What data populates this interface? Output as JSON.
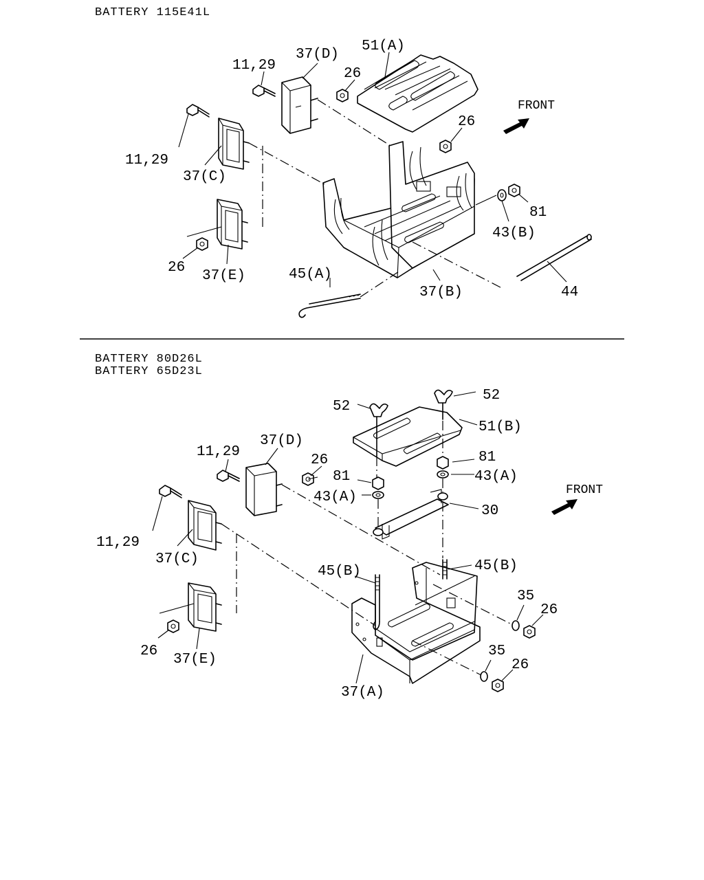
{
  "top_section": {
    "header": "BATTERY 115E41L",
    "front_label": "FRONT",
    "labels": {
      "bolt_upper": "11,29",
      "bracket_d": "37(D)",
      "cover_a": "51(A)",
      "nut_upper": "26",
      "nut_right": "26",
      "bolt_left": "11,29",
      "bracket_c": "37(C)",
      "nut_lower": "26",
      "bracket_e": "37(E)",
      "washer_b": "43(B)",
      "nut_81": "81",
      "rod_45a": "45(A)",
      "tray_b": "37(B)",
      "rod_44": "44"
    }
  },
  "bottom_section": {
    "header_line1": "BATTERY 80D26L",
    "header_line2": "BATTERY 65D23L",
    "front_label": "FRONT",
    "labels": {
      "wingnut_left": "52",
      "wingnut_right": "52",
      "cover_b": "51(B)",
      "bolt_upper": "11,29",
      "bracket_d": "37(D)",
      "nut_upper": "26",
      "nut81_right": "81",
      "washer_right": "43(A)",
      "nut81_left": "81",
      "washer_left": "43(A)",
      "clamp_30": "30",
      "bolt_left": "11,29",
      "bracket_c": "37(C)",
      "rod_left": "45(B)",
      "rod_right": "45(B)",
      "washer35_upper": "35",
      "nut26_upper_right": "26",
      "nut_lower": "26",
      "bracket_e": "37(E)",
      "washer35_lower": "35",
      "nut26_lower_right": "26",
      "tray_a": "37(A)"
    }
  }
}
